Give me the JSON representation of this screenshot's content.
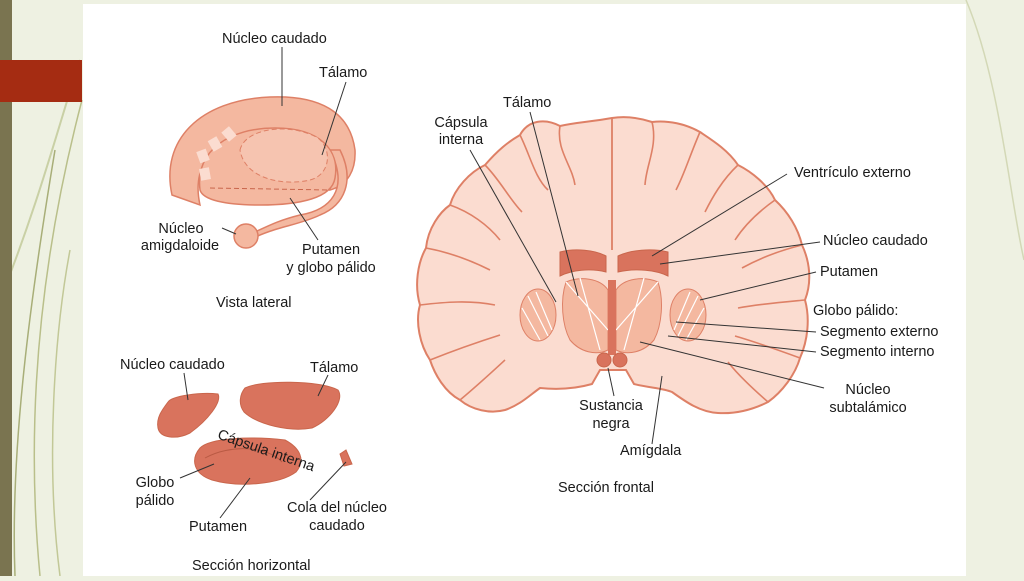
{
  "colors": {
    "structure_fill": "#f4b8a0",
    "structure_light": "#fbdcd0",
    "dark_nucleus": "#d9735d",
    "outline": "#de8066",
    "accent_tab": "#a52c12",
    "side_bar": "#7a7450",
    "background": "#eef1e2"
  },
  "lateral_view": {
    "labels": {
      "caudate": "Núcleo caudado",
      "thalamus": "Tálamo",
      "amygdaloid_line1": "Núcleo",
      "amygdaloid_line2": "amigdaloide",
      "putamen_line1": "Putamen",
      "putamen_line2": "y globo pálido"
    },
    "caption": "Vista lateral"
  },
  "horizontal_section": {
    "labels": {
      "caudate": "Núcleo caudado",
      "thalamus": "Tálamo",
      "internal_capsule": "Cápsula interna",
      "globus_line1": "Globo",
      "globus_line2": "pálido",
      "putamen": "Putamen",
      "tail_line1": "Cola del núcleo",
      "tail_line2": "caudado"
    },
    "caption": "Sección horizontal"
  },
  "frontal_section": {
    "labels": {
      "thalamus": "Tálamo",
      "capsule_line1": "Cápsula",
      "capsule_line2": "interna",
      "ventricle": "Ventrículo externo",
      "caudate": "Núcleo caudado",
      "putamen": "Putamen",
      "globus_header": "Globo pálido:",
      "external_segment": "Segmento externo",
      "internal_segment": "Segmento interno",
      "subthalamic_line1": "Núcleo",
      "subthalamic_line2": "subtalámico",
      "nigra_line1": "Sustancia",
      "nigra_line2": "negra",
      "amygdala": "Amígdala"
    },
    "caption": "Sección frontal"
  }
}
